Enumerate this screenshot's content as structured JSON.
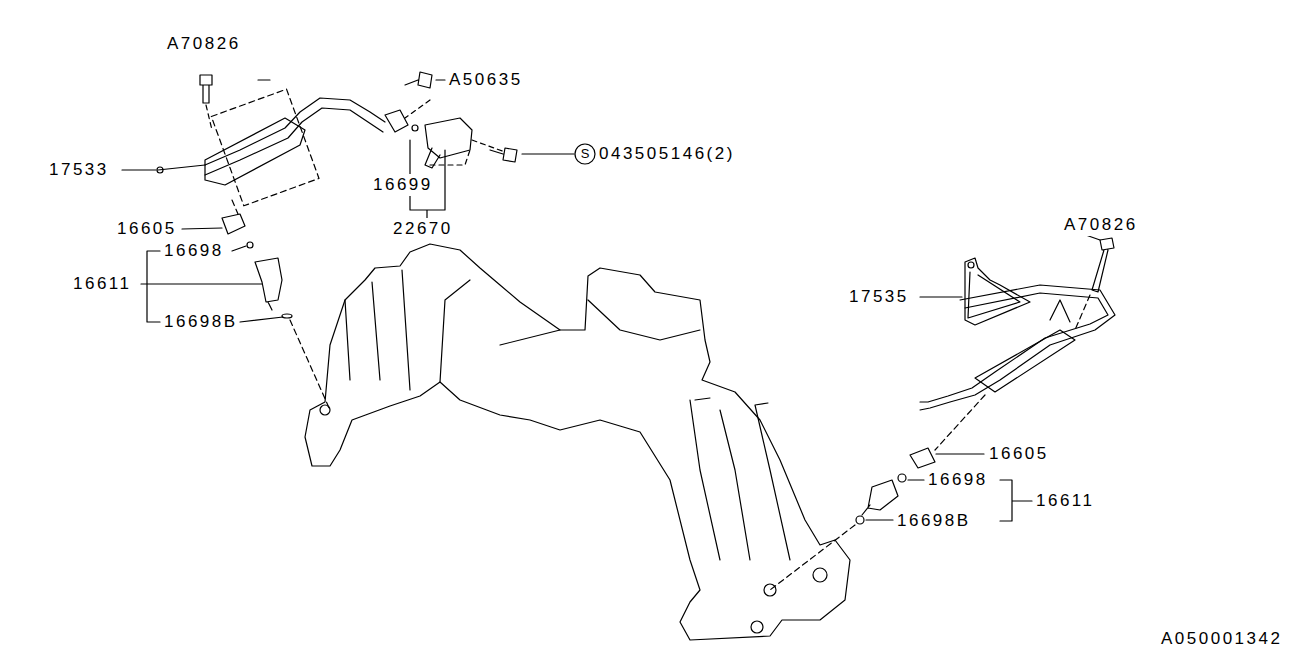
{
  "diagram": {
    "labels": [
      "A70826",
      "A50635",
      "S",
      "043505146(2)",
      "17533",
      "16699",
      "16605",
      "22670",
      "16698",
      "16611",
      "16698B",
      "A70826",
      "17535",
      "16605",
      "16698",
      "16611",
      "16698B",
      "A050001342"
    ]
  }
}
